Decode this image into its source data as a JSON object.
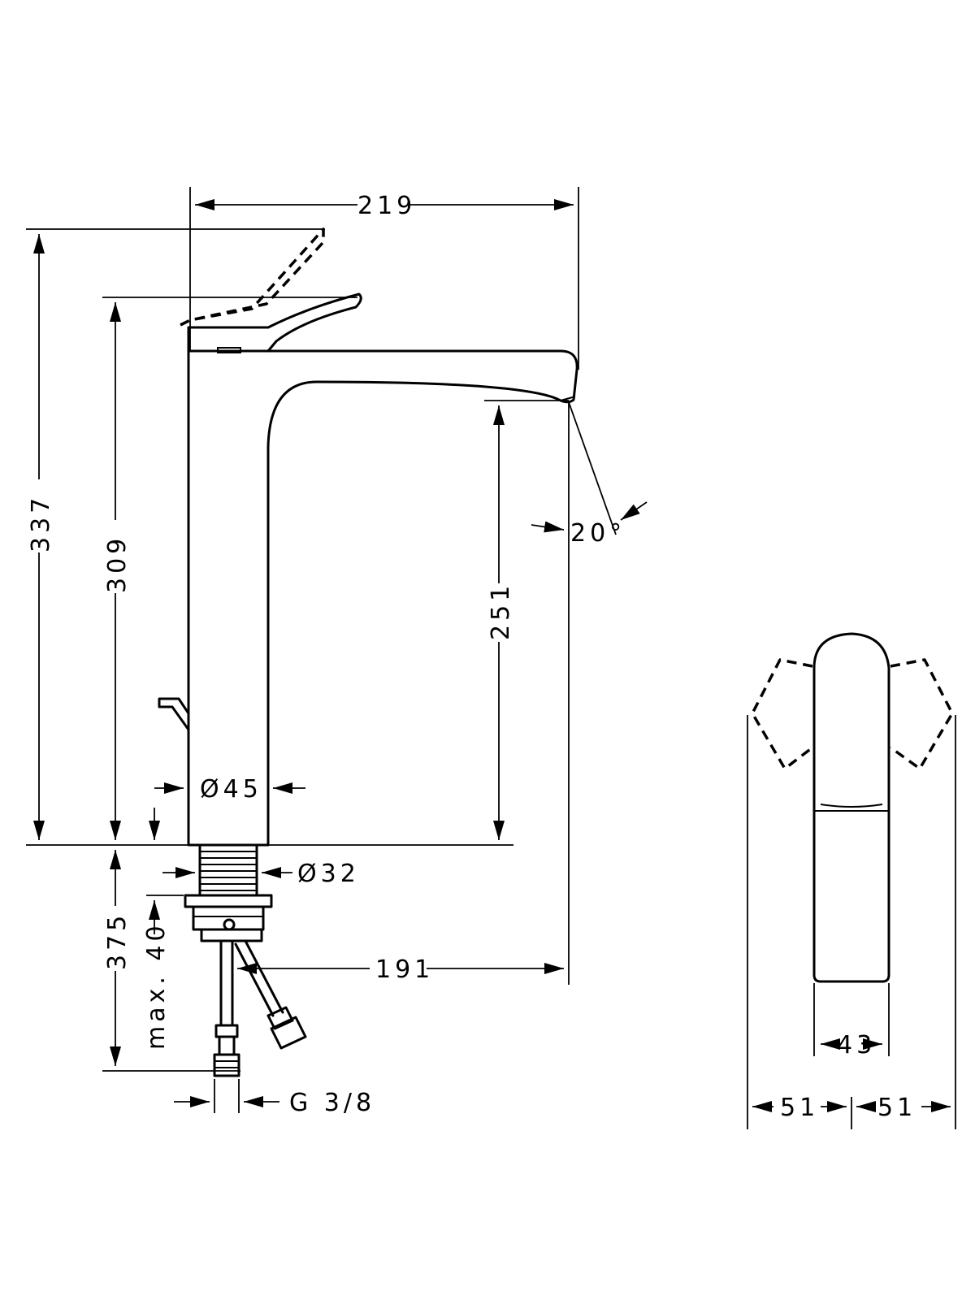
{
  "dimensions": {
    "width_total": "219",
    "height_total": "337",
    "height_spout": "309",
    "spout_clearance": "251",
    "spray_angle": "20°",
    "body_diameter": "Ø45",
    "thread_diameter": "Ø32",
    "below_deck": "375",
    "max_deck": "max. 40",
    "reach": "191",
    "connection": "G 3/8",
    "handle_width": "43",
    "swing_left": "51",
    "swing_right": "51"
  }
}
